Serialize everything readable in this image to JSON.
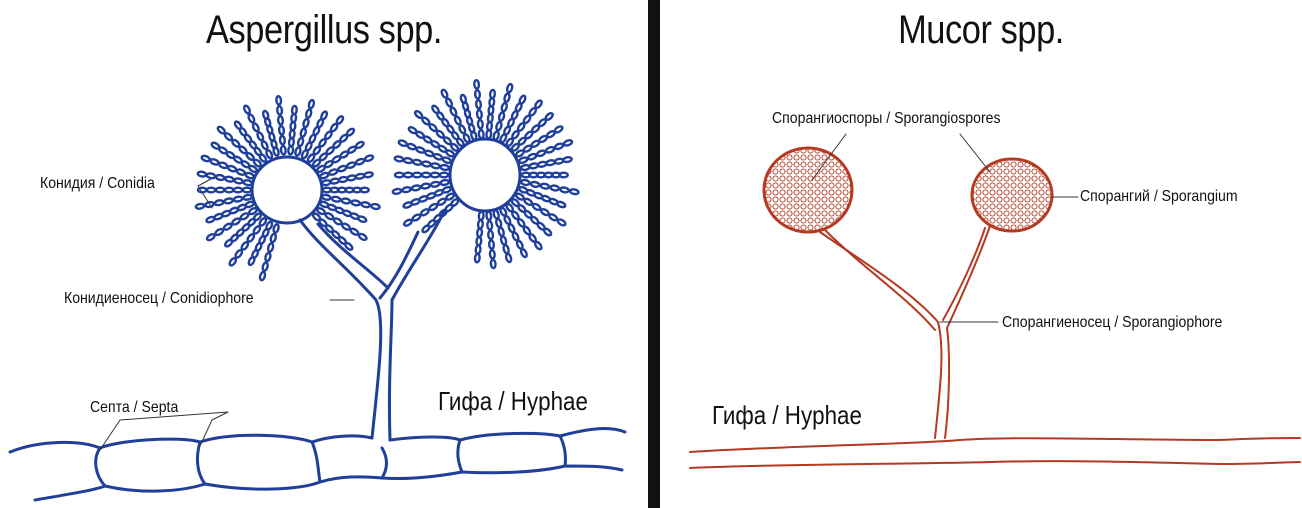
{
  "left": {
    "title": "Aspergillus spp.",
    "labels": {
      "conidia": "Конидия / Conidia",
      "conidiophore": "Конидиеносец / Conidiophore",
      "septa": "Септа / Septa",
      "hyphae": "Гифа / Hyphae"
    },
    "color": "#1f3f9b"
  },
  "right": {
    "title": "Mucor spp.",
    "labels": {
      "sporangiospores": "Спорангиоспоры / Sporangiospores",
      "sporangium": "Спорангий / Sporangium",
      "sporangiophore": "Спорангиеносец / Sporangiophore",
      "hyphae": "Гифа / Hyphae"
    },
    "color": "#b53a22"
  },
  "divider_color": "#111111"
}
